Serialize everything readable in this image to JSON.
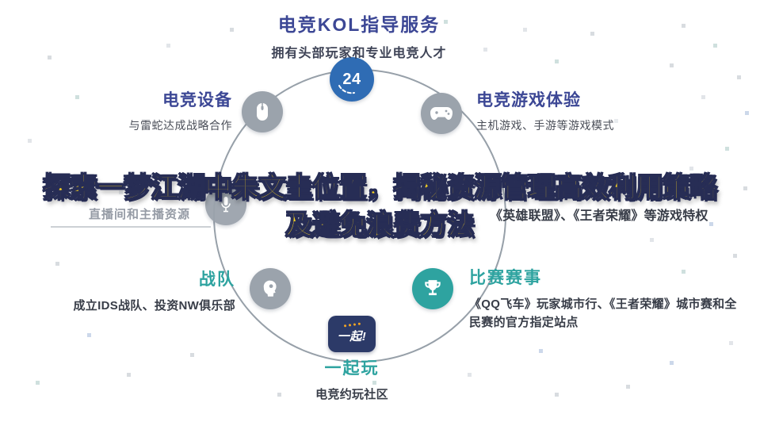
{
  "overlay": {
    "title_line1": "探索一梦江湖中朱文圭位置，揭秘资源管理高效利用策略",
    "title_line2": "及避免浪费方法"
  },
  "diagram": {
    "kol": {
      "title": "电竞KOL指导服务",
      "subtitle": "拥有头部玩家和专业电竞人才",
      "badge": "24"
    },
    "equipment": {
      "title": "电竞设备",
      "subtitle": "与雷蛇达成战略合作"
    },
    "experience": {
      "title": "电竞游戏体验",
      "subtitle": "主机游戏、手游等游戏模式"
    },
    "livestream": {
      "label": "直播间和主播资源"
    },
    "privileges": {
      "label": "《英雄联盟》、《王者荣耀》等游戏特权"
    },
    "team": {
      "title": "战队",
      "subtitle": "成立IDS战队、投资NW俱乐部"
    },
    "events": {
      "title": "比赛赛事",
      "subtitle": "《QQ飞车》玩家城市行、《王者荣耀》城市赛和全民赛的官方指定站点"
    },
    "community": {
      "title": "一起玩",
      "subtitle": "电竞约玩社区",
      "badge": "一起!"
    }
  },
  "colors": {
    "navy": "#3c4795",
    "teal": "#2ea3a0",
    "blue": "#2f6cb4",
    "yellow": "#ffd71e",
    "gray_node": "#9ba3ac",
    "badge_navy": "#2c3a68"
  }
}
